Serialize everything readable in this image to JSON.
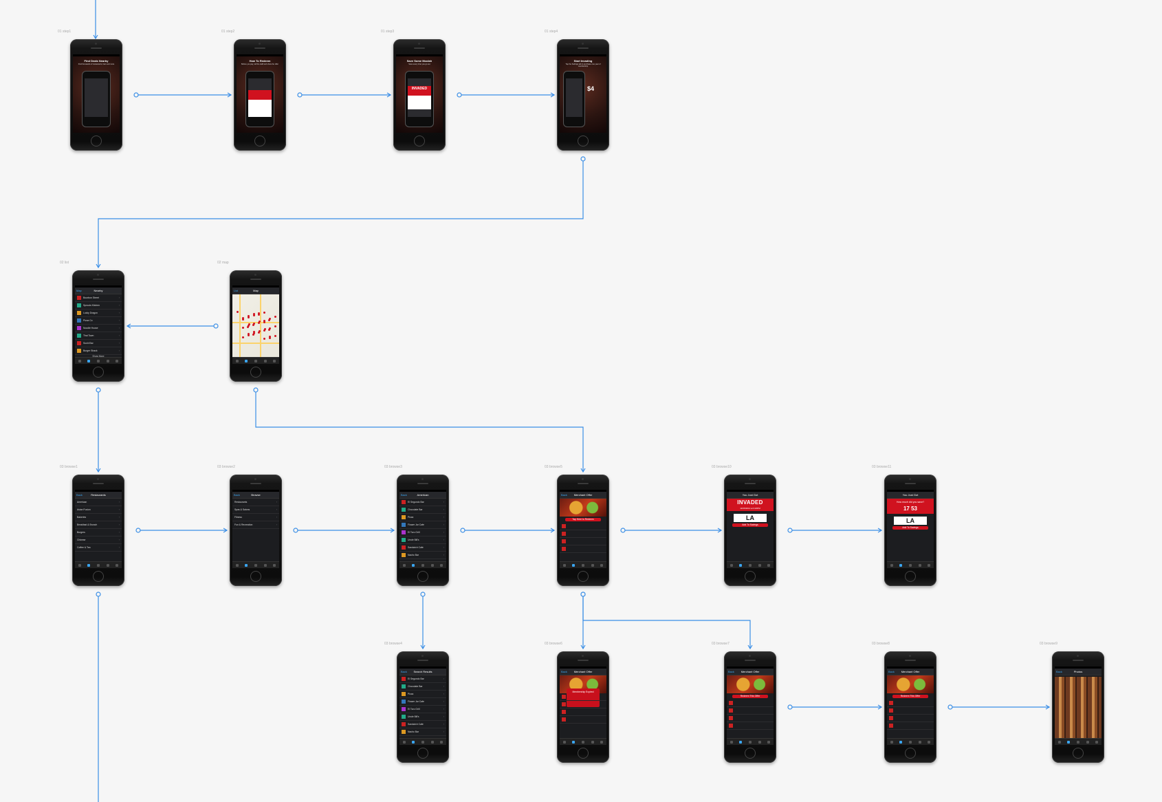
{
  "colors": {
    "connector": "#3a8ee6",
    "background": "#f6f6f6",
    "accent_red": "#d0121f",
    "ios_blue": "#3aa5f0"
  },
  "screens": [
    {
      "id": "01-step1",
      "label": "01 step1",
      "kind": "tutorial",
      "heading": "Find Deals Nearby",
      "sub": "Find thousands of restaurants, bars and more"
    },
    {
      "id": "01-step2",
      "label": "01 step2",
      "kind": "tutorial",
      "heading": "How To Redeem",
      "sub": "Before you pay, tell the staff and show the offer"
    },
    {
      "id": "01-step3",
      "label": "01 step3",
      "kind": "tutorial",
      "heading": "Save Some Moolah",
      "sub": "Save every time you go out",
      "banner": "INVADED"
    },
    {
      "id": "01-step4",
      "label": "01 step4",
      "kind": "tutorial",
      "heading": "Start Invading",
      "sub": "Tap the Settings tab to purchase one year of membership",
      "price": "$4"
    },
    {
      "id": "02-list",
      "label": "02 list",
      "kind": "list",
      "nav_left": "Map",
      "title": "Nearby",
      "items": [
        "Bourbon Street",
        "Sprouts Kitchen",
        "Lucky Dragon",
        "Pizza Co",
        "Noodle House",
        "Thai Town",
        "Sushi Bar",
        "Burger Shack"
      ],
      "footer": "Show More"
    },
    {
      "id": "02-map",
      "label": "02 map",
      "kind": "map",
      "nav_left": "List",
      "title": "Map"
    },
    {
      "id": "03-browse1",
      "label": "03 browse1",
      "kind": "list-plain",
      "nav_left": "Back",
      "title": "Restaurants",
      "items": [
        "American",
        "Asian Fusion",
        "Bakeries",
        "Breakfast & Brunch",
        "Burgers",
        "Chinese",
        "Coffee & Tea"
      ]
    },
    {
      "id": "03-browse2",
      "label": "03 browse2",
      "kind": "list-plain",
      "nav_left": "Back",
      "title": "Browse",
      "items": [
        "Restaurants",
        "Spas & Salons",
        "Fitness",
        "Fun & Recreation"
      ]
    },
    {
      "id": "03-browse3",
      "label": "03 browse3",
      "kind": "list",
      "nav_left": "Back",
      "title": "American",
      "items": [
        "El Segundo Bar",
        "Chocolate Bar",
        "Pizza",
        "Flower Jar Cafe",
        "El Toro Grill",
        "Uncle Bill's",
        "Sandwich Cafe",
        "Nacho Bar"
      ]
    },
    {
      "id": "03-browse5",
      "label": "03 browse5",
      "kind": "offer",
      "nav_left": "Back",
      "title": "Merchant Offer",
      "button": "Tap Here to Redeem"
    },
    {
      "id": "03-browse10",
      "label": "03 browse10",
      "kind": "invaded",
      "title": "You Just Got",
      "banner": "INVADED",
      "date": "10/15/2013 at 3:20PM",
      "button": "Add To Savings"
    },
    {
      "id": "03-browse11",
      "label": "03 browse11",
      "kind": "amount",
      "title": "You Just Got",
      "question": "How much did you save?",
      "amount": "17 53",
      "button": "Add To Savings"
    },
    {
      "id": "03-browse4",
      "label": "03 browse4",
      "kind": "list",
      "nav_left": "Back",
      "title": "Search Results",
      "items": [
        "El Segundo Bar",
        "Chocolate Bar",
        "Pizza",
        "Flower Jar Cafe",
        "El Toro Grill",
        "Uncle Bill's",
        "Sandwich Cafe",
        "Nacho Bar"
      ]
    },
    {
      "id": "03-browse6",
      "label": "03 browse6",
      "kind": "offer-modal",
      "nav_left": "Back",
      "title": "Merchant Offer",
      "modal": "Membership Expired"
    },
    {
      "id": "03-browse7",
      "label": "03 browse7",
      "kind": "offer-alt",
      "nav_left": "Back",
      "title": "Merchant Offer",
      "button": "Redeem This Offer"
    },
    {
      "id": "03-browse8",
      "label": "03 browse8",
      "kind": "offer-photos",
      "nav_left": "Back",
      "title": "Merchant Offer",
      "button": "Redeem This Offer"
    },
    {
      "id": "03-browse9",
      "label": "03 browse9",
      "kind": "photo",
      "nav_left": "Back",
      "title": "Photos"
    }
  ],
  "connections": [
    [
      "01-step1",
      "01-step2"
    ],
    [
      "01-step2",
      "01-step3"
    ],
    [
      "01-step3",
      "01-step4"
    ],
    [
      "01-step4",
      "02-list"
    ],
    [
      "02-map",
      "02-list"
    ],
    [
      "02-list",
      "03-browse1"
    ],
    [
      "02-map",
      "03-browse5"
    ],
    [
      "03-browse1",
      "03-browse2"
    ],
    [
      "03-browse2",
      "03-browse3"
    ],
    [
      "03-browse3",
      "03-browse5"
    ],
    [
      "03-browse5",
      "03-browse10"
    ],
    [
      "03-browse10",
      "03-browse11"
    ],
    [
      "03-browse3",
      "03-browse4"
    ],
    [
      "03-browse5",
      "03-browse6"
    ],
    [
      "03-browse5",
      "03-browse7"
    ],
    [
      "03-browse7",
      "03-browse8"
    ],
    [
      "03-browse8",
      "03-browse9"
    ]
  ]
}
